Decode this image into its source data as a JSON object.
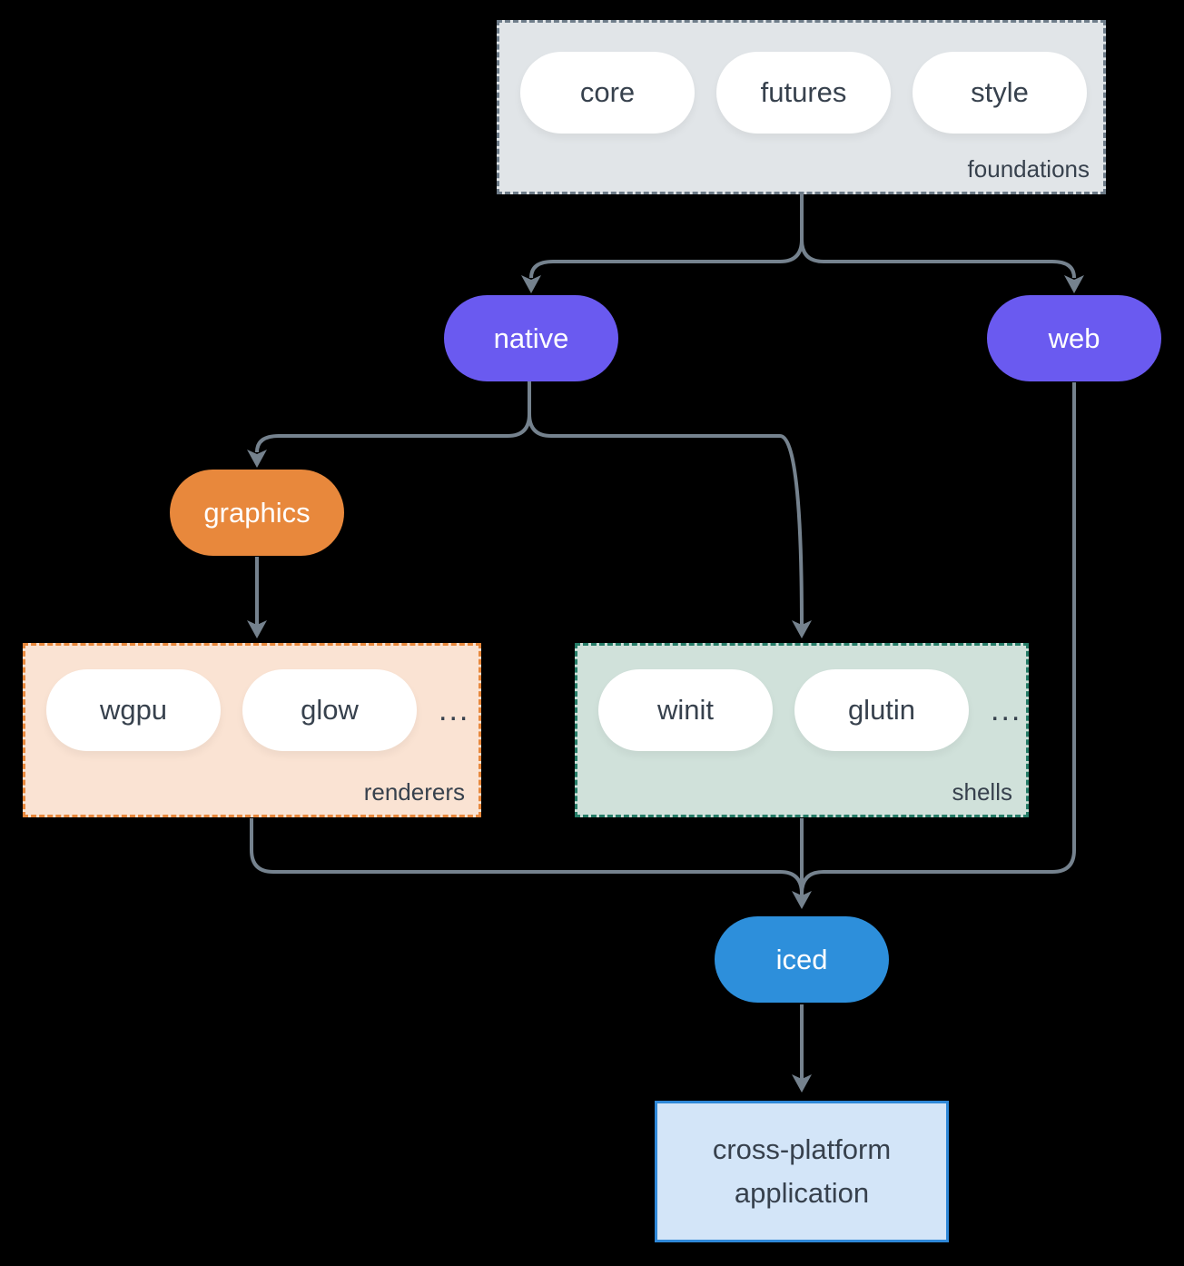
{
  "diagram": {
    "foundations": {
      "label": "foundations",
      "pills": [
        "core",
        "futures",
        "style"
      ]
    },
    "native": {
      "label": "native"
    },
    "web": {
      "label": "web"
    },
    "graphics": {
      "label": "graphics"
    },
    "renderers": {
      "label": "renderers",
      "pills": [
        "wgpu",
        "glow"
      ],
      "ellipsis": "..."
    },
    "shells": {
      "label": "shells",
      "pills": [
        "winit",
        "glutin"
      ],
      "ellipsis": "..."
    },
    "iced": {
      "label": "iced"
    },
    "application": {
      "line1": "cross-platform",
      "line2": "application"
    },
    "edges": [
      {
        "from": "foundations",
        "to": "native"
      },
      {
        "from": "foundations",
        "to": "web"
      },
      {
        "from": "native",
        "to": "graphics"
      },
      {
        "from": "native",
        "to": "shells"
      },
      {
        "from": "graphics",
        "to": "renderers"
      },
      {
        "from": "renderers",
        "to": "iced"
      },
      {
        "from": "shells",
        "to": "iced"
      },
      {
        "from": "web",
        "to": "iced"
      },
      {
        "from": "iced",
        "to": "application"
      }
    ]
  },
  "colors": {
    "background": "#000000",
    "line": "#75828e",
    "text_dark": "#37414d",
    "text_light": "#ffffff",
    "purple": "#6a5af0",
    "orange": "#e8883c",
    "blue": "#2d8fdb",
    "foundations_fill": "#e1e5e8",
    "foundations_border": "#6e7c89",
    "renderers_fill": "#fae3d3",
    "shells_fill": "#d0e1da",
    "shells_border": "#267d68",
    "app_fill": "#d3e5f8",
    "app_border": "#2f88d8",
    "pill_fill": "#ffffff"
  }
}
